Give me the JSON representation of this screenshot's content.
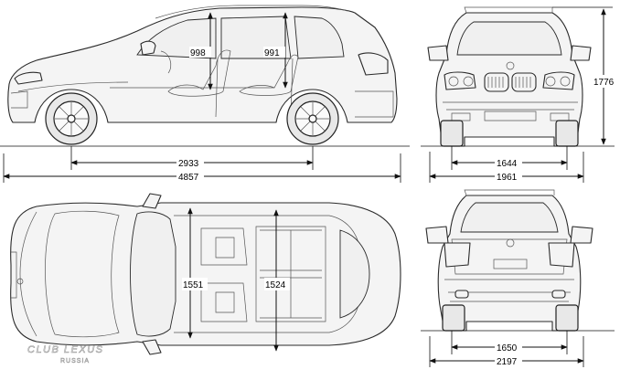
{
  "dimensions": {
    "front_headroom": "998",
    "rear_headroom": "991",
    "wheelbase": "2933",
    "overall_length": "4857",
    "overall_height": "1776",
    "front_track": "1644",
    "overall_width": "1961",
    "front_shoulder_width": "1551",
    "rear_shoulder_width": "1524",
    "rear_track": "1650",
    "width_with_mirrors": "2197"
  },
  "watermark": {
    "line1": "CLUB LEXUS",
    "line2": "RUSSIA"
  }
}
